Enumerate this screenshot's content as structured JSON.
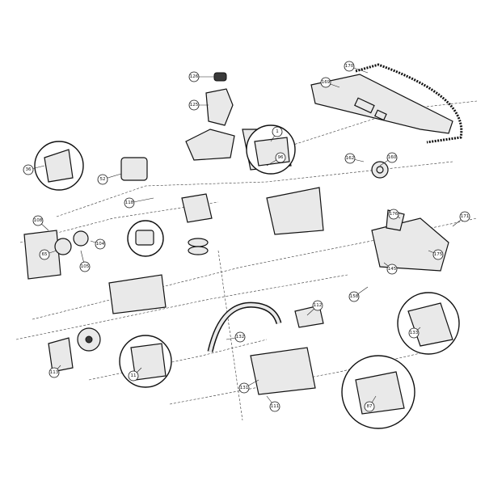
{
  "diagram": {
    "subject": "chainsaw-exploded-parts-view",
    "callouts": [
      {
        "id": "170"
      },
      {
        "id": "169"
      },
      {
        "id": "126"
      },
      {
        "id": "125"
      },
      {
        "id": "96"
      },
      {
        "id": "36"
      },
      {
        "id": "1"
      },
      {
        "id": "162"
      },
      {
        "id": "160"
      },
      {
        "id": "171"
      },
      {
        "id": "176"
      },
      {
        "id": "175"
      },
      {
        "id": "52"
      },
      {
        "id": "118"
      },
      {
        "id": "65"
      },
      {
        "id": "133"
      },
      {
        "id": "11"
      },
      {
        "id": "132"
      },
      {
        "id": "112"
      },
      {
        "id": "131"
      },
      {
        "id": "111"
      },
      {
        "id": "87"
      },
      {
        "id": "145"
      },
      {
        "id": "158"
      },
      {
        "id": "108"
      },
      {
        "id": "105"
      },
      {
        "id": "104"
      },
      {
        "id": "113"
      }
    ]
  }
}
